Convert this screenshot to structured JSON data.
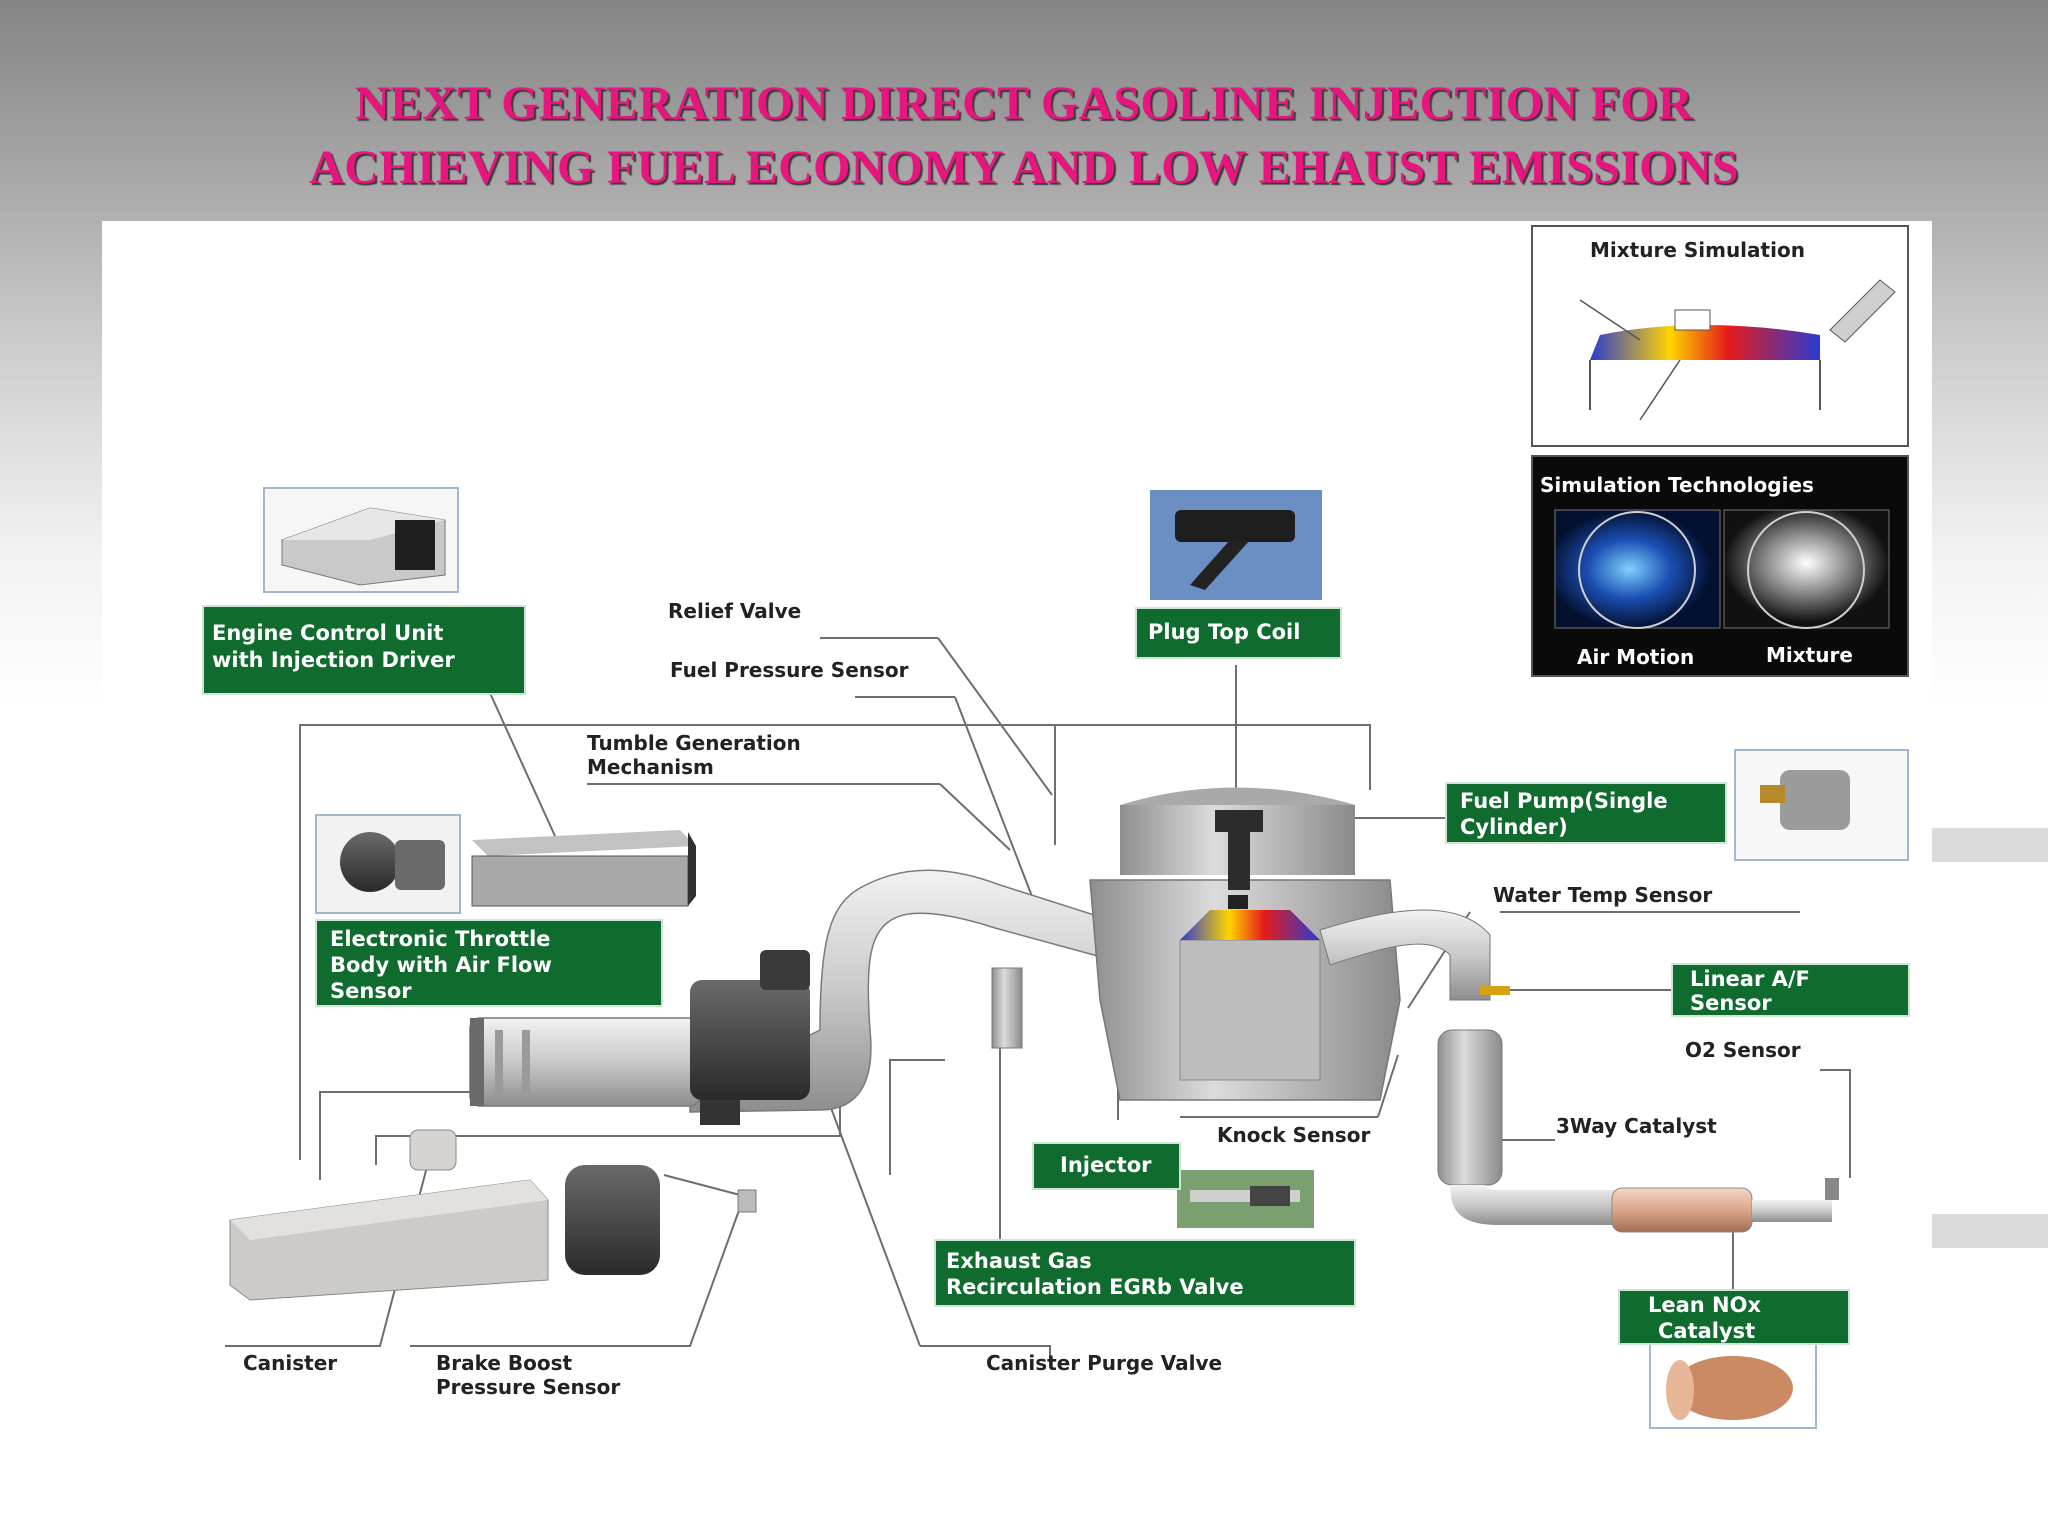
{
  "title": {
    "line1": "NEXT GENERATION DIRECT GASOLINE INJECTION FOR",
    "line2": "ACHIEVING FUEL ECONOMY AND LOW EHAUST EMISSIONS"
  },
  "callouts": {
    "ecu": [
      "Engine Control Unit",
      "with Injection Driver"
    ],
    "throttle": [
      "Electronic Throttle",
      "Body with Air Flow",
      "Sensor"
    ],
    "plug_coil": [
      "Plug Top Coil"
    ],
    "fuel_pump": [
      "Fuel Pump(Single",
      "Cylinder)"
    ],
    "linear_af": [
      "Linear A/F",
      "Sensor"
    ],
    "injector": [
      "Injector"
    ],
    "egr": [
      "Exhaust Gas",
      "Recirculation EGRb Valve"
    ],
    "lean_nox": [
      "Lean NOx",
      "Catalyst"
    ]
  },
  "labels": {
    "relief_valve": "Relief Valve",
    "fuel_pressure_sensor": "Fuel Pressure Sensor",
    "tumble": [
      "Tumble Generation",
      "Mechanism"
    ],
    "water_temp": "Water Temp Sensor",
    "o2_sensor": "O2 Sensor",
    "three_way": "3Way Catalyst",
    "knock": "Knock Sensor",
    "canister": "Canister",
    "brake_boost": [
      "Brake Boost",
      "Pressure Sensor"
    ],
    "canister_purge": "Canister Purge Valve"
  },
  "insets": {
    "mixture_simulation": "Mixture Simulation",
    "simulation_technologies": "Simulation Technologies",
    "air_motion": "Air Motion",
    "mixture": "Mixture"
  },
  "colors": {
    "title": "#e8157f",
    "callout_green": "#0f6b2e"
  }
}
